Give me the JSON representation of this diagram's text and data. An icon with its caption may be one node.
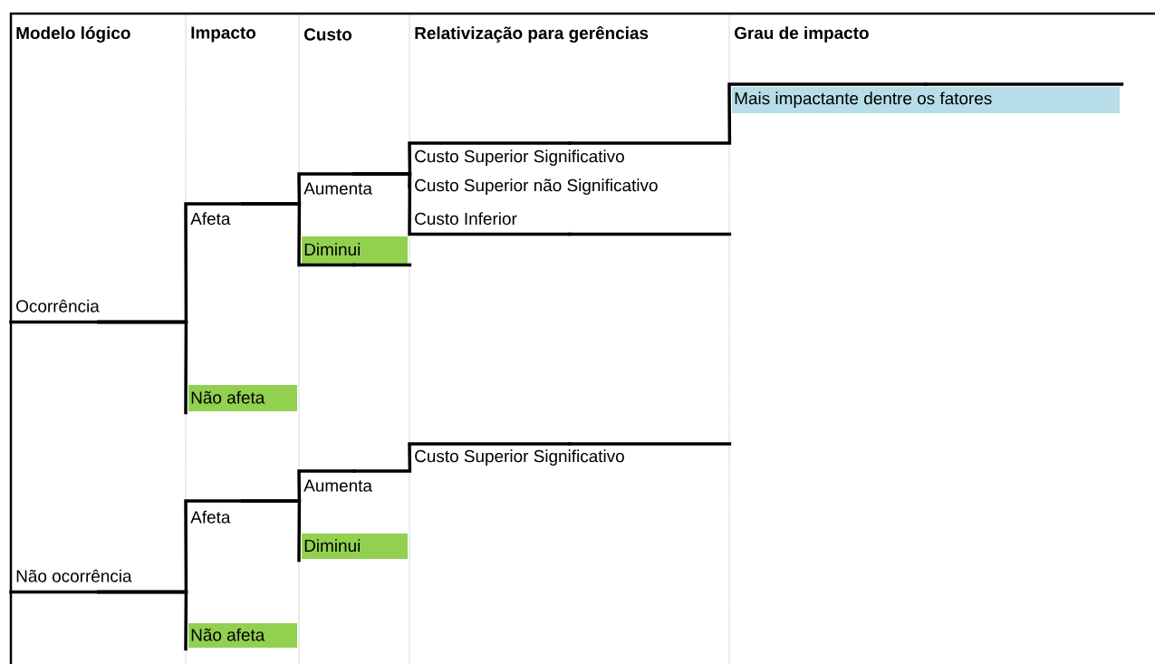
{
  "diagram": {
    "nodes": [
      {
        "text": [
          "Ocorrência"
        ]
      },
      {
        "text": [
          "Afeta"
        ]
      },
      {
        "text": [
          "Não afeta"
        ]
      },
      {
        "text": [
          "Aumenta"
        ]
      },
      {
        "text": [
          "Diminui"
        ]
      },
      {
        "text": [
          "Custo Superior Significativo"
        ]
      },
      {
        "text": [
          "Custo Superior não Significativo"
        ]
      },
      {
        "text": [
          "Custo Inferior"
        ]
      },
      {
        "text": [
          "Mais impactante dentre os fatores"
        ]
      },
      {
        "text": [
          "Não ocorrência"
        ]
      },
      {
        "text": [
          "Afeta"
        ]
      },
      {
        "text": [
          "Não afeta"
        ]
      },
      {
        "text": [
          "Aumenta"
        ]
      },
      {
        "text": [
          "Diminui"
        ]
      },
      {
        "text": [
          "Custo Superior Significativo"
        ]
      }
    ],
    "edges": [
      {
        "from": 0,
        "to": 1,
        "arrow": "none"
      },
      {
        "from": 0,
        "to": 2,
        "arrow": "none"
      },
      {
        "from": 1,
        "to": 3,
        "arrow": "none"
      },
      {
        "from": 1,
        "to": 4,
        "arrow": "none"
      },
      {
        "from": 3,
        "to": 5,
        "arrow": "none"
      },
      {
        "from": 3,
        "to": 6,
        "arrow": "none"
      },
      {
        "from": 3,
        "to": 7,
        "arrow": "none"
      },
      {
        "from": 5,
        "to": 8,
        "arrow": "none"
      },
      {
        "from": 9,
        "to": 10,
        "arrow": "none"
      },
      {
        "from": 9,
        "to": 11,
        "arrow": "none"
      },
      {
        "from": 10,
        "to": 12,
        "arrow": "none"
      },
      {
        "from": 10,
        "to": 13,
        "arrow": "none"
      },
      {
        "from": 12,
        "to": 14,
        "arrow": "none"
      }
    ],
    "labels": [
      "Modelo lógico",
      "Impacto",
      "Custo",
      "Relativização para gerências",
      "Grau de impacto"
    ]
  }
}
